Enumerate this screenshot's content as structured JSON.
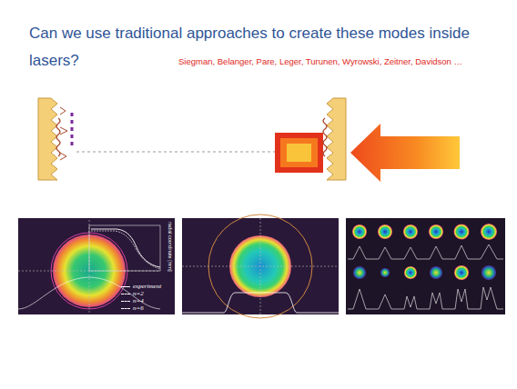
{
  "diagram": {
    "title": "Can we use traditional approaches to create these modes inside lasers?",
    "labels": [
      "Siegman, Belanger, Pare, Leger, Turunen, Wyrowski, Zeitner, Davidson …",
      "radial coordinate [mm]"
    ],
    "legend": [
      {
        "text": "experiment"
      },
      {
        "text": "n=2"
      },
      {
        "text": "n=4"
      },
      {
        "text": "n=6"
      }
    ]
  }
}
